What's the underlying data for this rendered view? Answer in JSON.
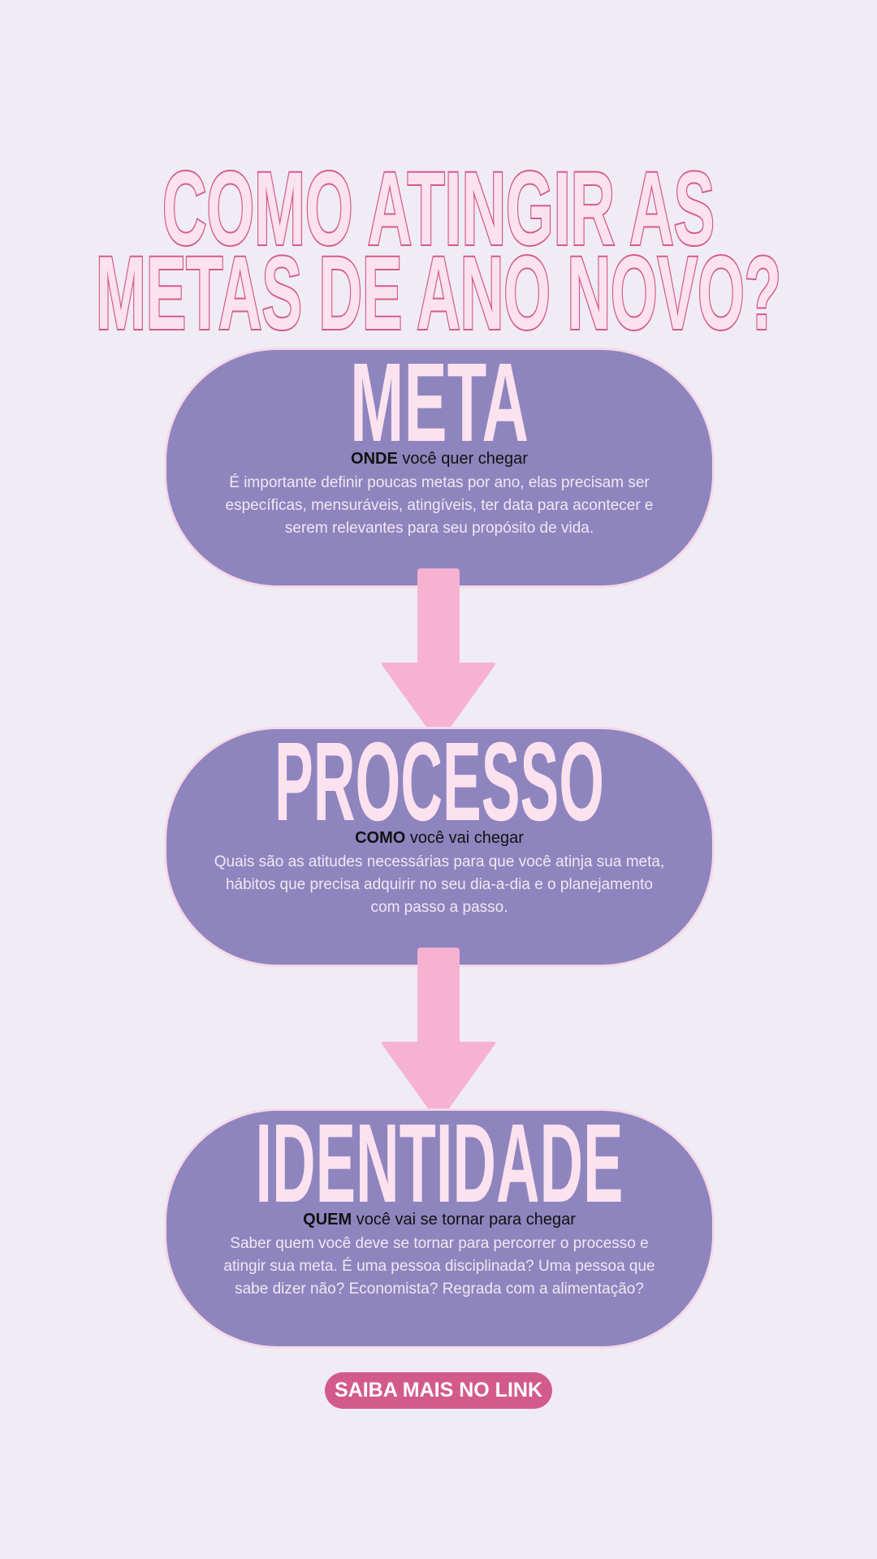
{
  "title": {
    "line1": "COMO ATINGIR AS",
    "line2": "METAS DE ANO NOVO?"
  },
  "steps": [
    {
      "title": "META",
      "keyword": "ONDE",
      "subtitle": "você quer chegar",
      "body": "É importante definir poucas metas por ano, elas precisam ser específicas, mensuráveis, atingíveis, ter data para acontecer e serem relevantes para seu propósito de vida."
    },
    {
      "title": "PROCESSO",
      "keyword": "COMO",
      "subtitle": "você vai chegar",
      "body": "Quais são as atitudes necessárias para que você atinja sua meta, hábitos que precisa adquirir no seu dia-a-dia e o planejamento com passo a passo."
    },
    {
      "title": "IDENTIDADE",
      "keyword": "QUEM",
      "subtitle": "você vai se tornar para chegar",
      "body": "Saber quem você deve se tornar para percorrer o processo e atingir sua meta. É uma pessoa disciplinada? Uma pessoa que sabe dizer não? Economista? Regrada com a alimentação?"
    }
  ],
  "cta": {
    "label": "SAIBA MAIS NO LINK"
  },
  "colors": {
    "background": "#f0ecf3",
    "box": "#8e85be",
    "accent": "#d35b8b",
    "arrow": "#f6b2d0",
    "title_fill": "#fce1ef"
  }
}
